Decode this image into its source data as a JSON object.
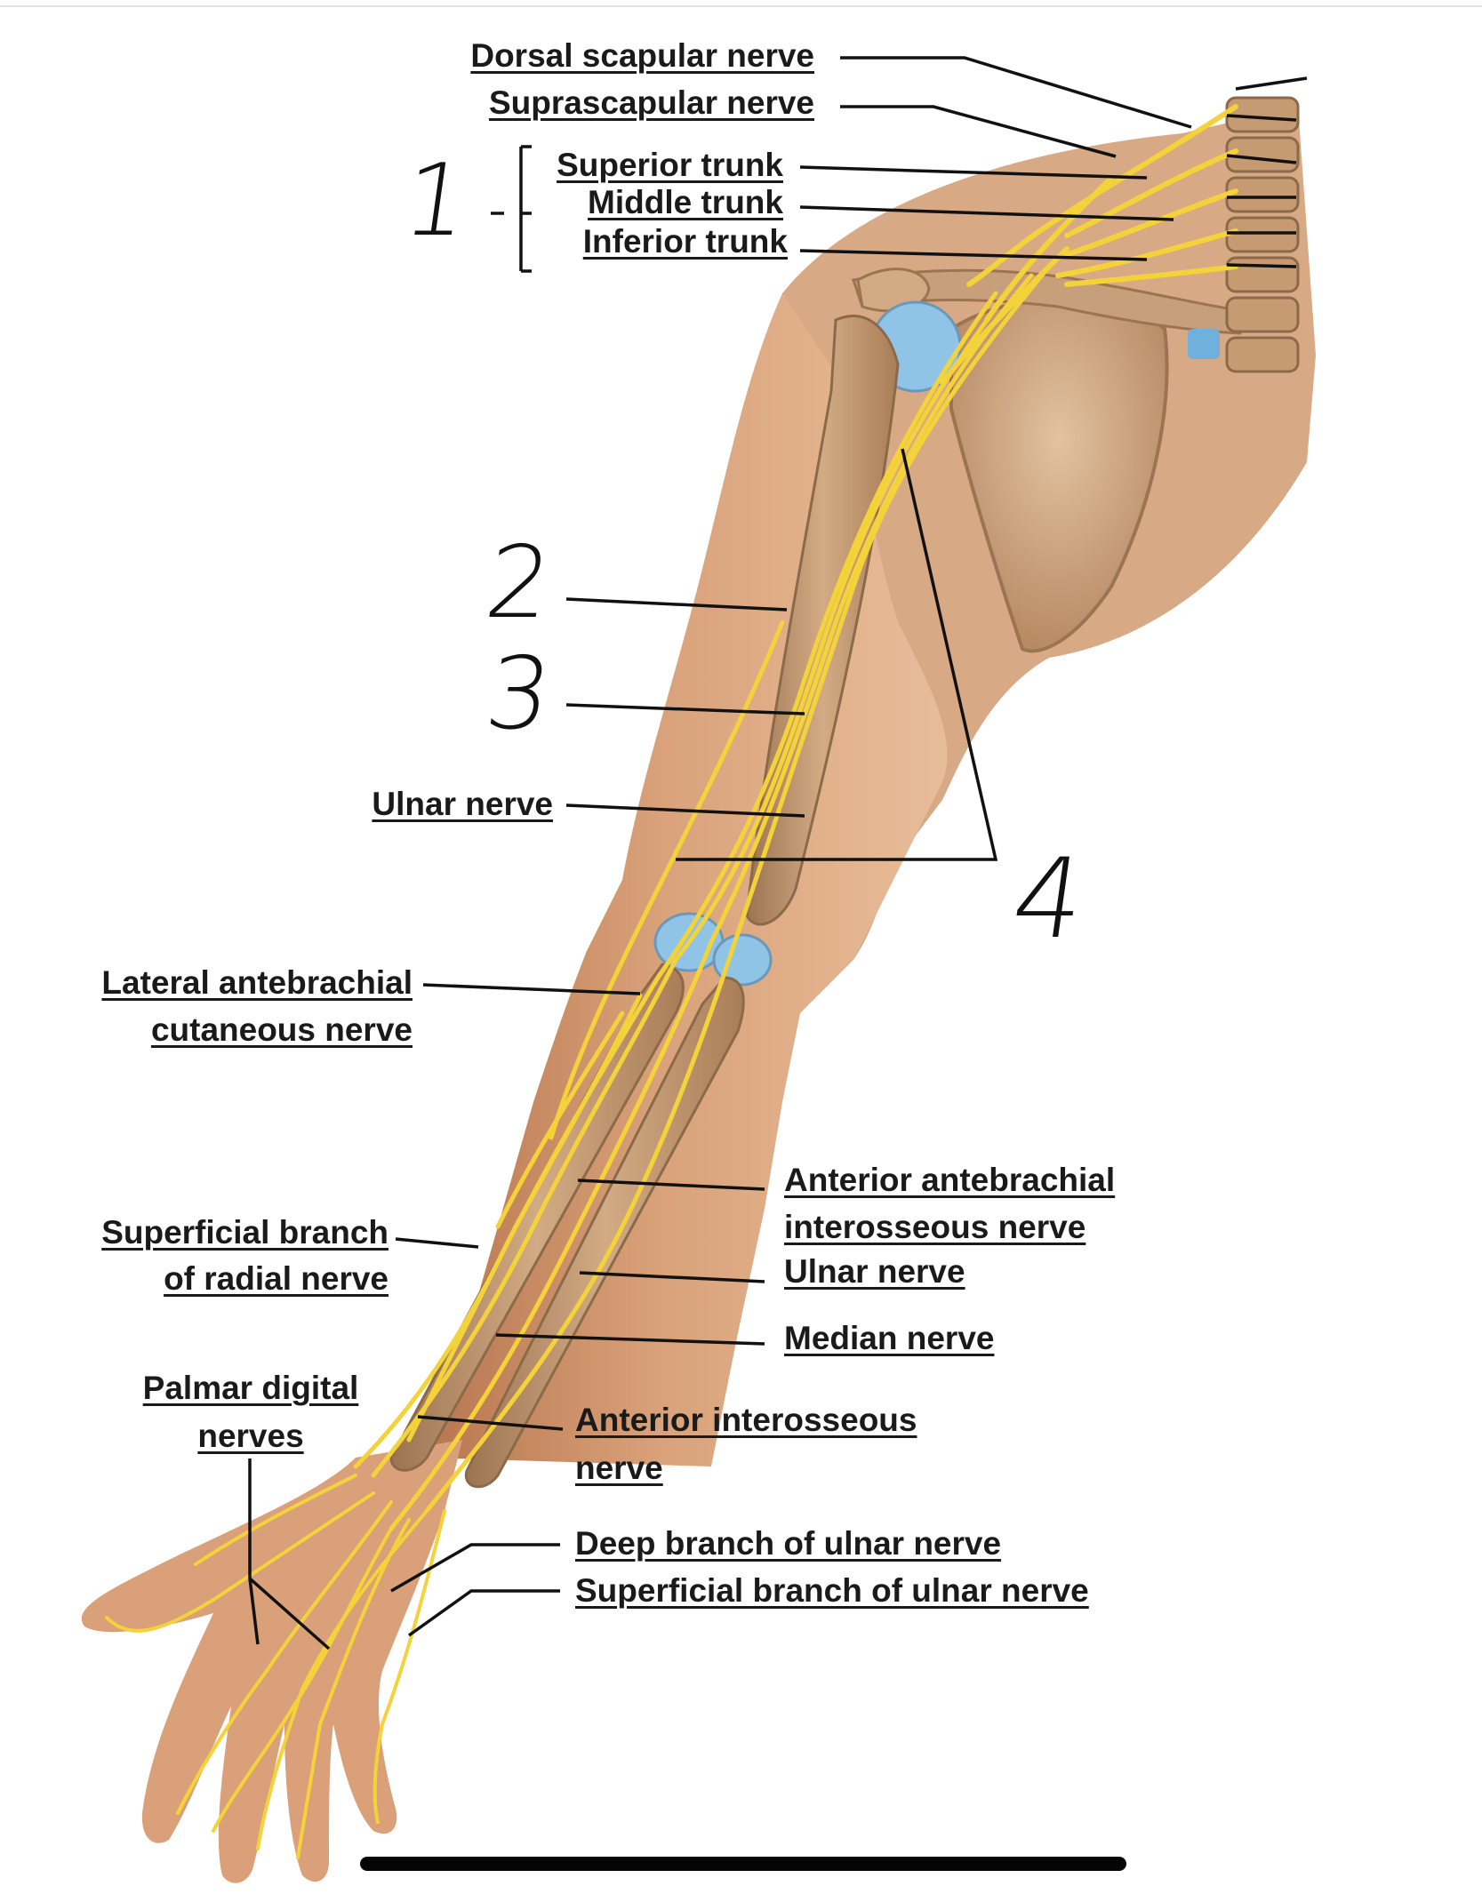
{
  "labels": {
    "dorsal_scapular": "Dorsal scapular nerve",
    "suprascapular": "Suprascapular nerve",
    "superior_trunk": "Superior trunk",
    "middle_trunk": "Middle trunk",
    "inferior_trunk": "Inferior trunk",
    "ulnar_upper": "Ulnar nerve",
    "lateral_antebrachial_1": "Lateral antebrachial",
    "lateral_antebrachial_2": "cutaneous nerve",
    "superficial_radial_1": "Superficial branch",
    "superficial_radial_2": "of radial nerve",
    "palmar_digital_1": "Palmar digital",
    "palmar_digital_2": "nerves",
    "anterior_antebrachial_1": "Anterior antebrachial",
    "anterior_antebrachial_2": "interosseous nerve",
    "ulnar_lower": "Ulnar nerve",
    "median": "Median nerve",
    "anterior_interosseous_1": "Anterior interosseous",
    "anterior_interosseous_2": "nerve",
    "deep_ulnar": "Deep branch of ulnar nerve",
    "superficial_ulnar": "Superficial branch of ulnar nerve"
  },
  "handwritten": {
    "n1": "1",
    "n2": "2",
    "n3": "3",
    "n4": "4"
  },
  "colors": {
    "skin": "#d9a27a",
    "skin_dark": "#b8764f",
    "bone": "#c69a72",
    "cartilage": "#8fc4e6",
    "nerve": "#f3d23a",
    "leader": "#111111"
  }
}
